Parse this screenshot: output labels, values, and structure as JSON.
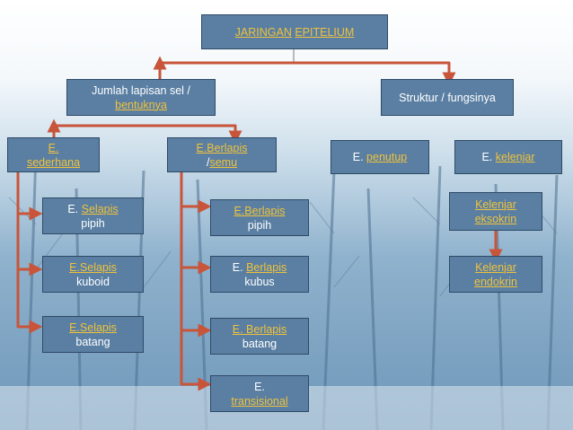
{
  "colors": {
    "box_fill": "#5a7fa3",
    "box_border": "#2e4a66",
    "text_white": "#ffffff",
    "text_link": "#f0c23a",
    "connector": "#c8553a"
  },
  "nodes": {
    "root": {
      "a": "JARINGAN",
      "b": "EPITELIUM"
    },
    "jumlah": {
      "l1": "Jumlah lapisan sel /",
      "l2": "bentuknya"
    },
    "struktur": {
      "l1": "Struktur / fungsinya"
    },
    "sederhana": {
      "a": "E.",
      "b": "sederhana"
    },
    "berlapis": {
      "a": "E.Berlapis",
      "b1": "/",
      "b2": "semu"
    },
    "penutup": {
      "a": "E.",
      "b": "penutup"
    },
    "kelenjar": {
      "a": "E.",
      "b": "kelenjar"
    },
    "selapis_pipih": {
      "a": "E.",
      "b": "Selapis",
      "c": "pipih"
    },
    "selapis_kuboid": {
      "a": "E.Selapis",
      "c": "kuboid"
    },
    "selapis_batang": {
      "a": "E.Selapis",
      "c": "batang"
    },
    "berlapis_pipih": {
      "a": "E.Berlapis",
      "c": "pipih"
    },
    "berlapis_kubus": {
      "a": "E.",
      "b": "Berlapis",
      "c": "kubus"
    },
    "berlapis_batang": {
      "a": "E. Berlapis",
      "c": "batang"
    },
    "transisional": {
      "a": "E.",
      "b": "transisional"
    },
    "eksokrin": {
      "a": "Kelenjar",
      "b": "eksokrin"
    },
    "endokrin": {
      "a": "Kelenjar",
      "b": "endokrin"
    }
  }
}
